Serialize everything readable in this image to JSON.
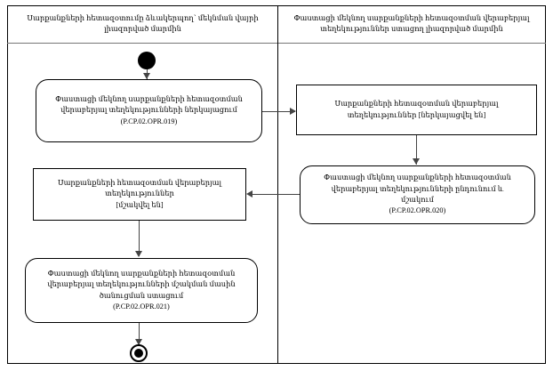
{
  "diagram": {
    "type": "uml-activity-swimlane",
    "lanes": [
      {
        "id": "lane-left",
        "title": "Սարքանքների հետազօտումը ձևակերպող՝ մեկնման վայրի լիազորված մարմին"
      },
      {
        "id": "lane-right",
        "title": "Փաստացի մեկնող սարքանքների հետազօտման վերաբերյալ տեղեկություններ ստացող լիազորված մարմին"
      }
    ],
    "nodes": [
      {
        "id": "initial",
        "kind": "initial-node",
        "lane": "lane-left",
        "label": ""
      },
      {
        "id": "activity-019",
        "kind": "activity",
        "lane": "lane-left",
        "text": "Փաստացի մեկնող սարքանքների հետազօտման\nվերաբերյալ տեղեկությունների ներկայացում\n(P.CP.02.OPR.019)",
        "code": "P.CP.02.OPR.019"
      },
      {
        "id": "object-submitted",
        "kind": "object-node",
        "lane": "lane-right",
        "text": "Սարքանքների հետազօտման վերաբերյալ\nտեղեկություններ [ներկայացվել են]",
        "state": "[ներկայացվել են]"
      },
      {
        "id": "activity-020",
        "kind": "activity",
        "lane": "lane-right",
        "text": "Փաստացի մեկնող սարքանքների հետազօտման\nվերաբերյալ տեղեկությունների ընդունում և\nմշակում\n(P.CP.02.OPR.020)",
        "code": "P.CP.02.OPR.020"
      },
      {
        "id": "object-processed",
        "kind": "object-node",
        "lane": "lane-left",
        "text": "Սարքանքների հետազօտման վերաբերյալ\nտեղեկություններ\n[մշակվել են]",
        "state": "[մշակվել են]"
      },
      {
        "id": "activity-021",
        "kind": "activity",
        "lane": "lane-left",
        "text": "Փաստացի մեկնող սարքանքների հետազօտման\nվերաբերյալ տեղեկությունների մշակման մասին\nծանուցման ստացում\n(P.CP.02.OPR.021)",
        "code": "P.CP.02.OPR.021"
      },
      {
        "id": "final",
        "kind": "final-node",
        "lane": "lane-left",
        "label": ""
      }
    ],
    "edges": [
      {
        "id": "edge-initial-to-019",
        "from": "initial",
        "to": "activity-019",
        "direction": "down"
      },
      {
        "id": "edge-019-to-object",
        "from": "activity-019",
        "to": "object-submitted",
        "direction": "right"
      },
      {
        "id": "edge-object-to-020",
        "from": "object-submitted",
        "to": "activity-020",
        "direction": "down"
      },
      {
        "id": "edge-020-to-object2",
        "from": "activity-020",
        "to": "object-processed",
        "direction": "left"
      },
      {
        "id": "edge-object2-to-021",
        "from": "object-processed",
        "to": "activity-021",
        "direction": "down"
      },
      {
        "id": "edge-021-to-final",
        "from": "activity-021",
        "to": "final",
        "direction": "down"
      }
    ],
    "colors": {
      "background": "#ffffff",
      "stroke": "#000000",
      "edge": "#444444",
      "rule": "#777777"
    }
  }
}
